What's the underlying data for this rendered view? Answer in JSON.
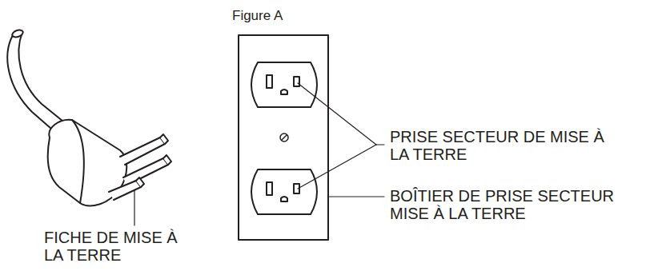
{
  "diagram": {
    "title": "Figure A",
    "labels": [
      "PRISE SECTEUR DE MISE À LA TERRE",
      "BOÎTIER DE PRISE SECTEUR MISE À LA TERRE",
      "FICHE DE MISE À LA TERRE"
    ]
  }
}
